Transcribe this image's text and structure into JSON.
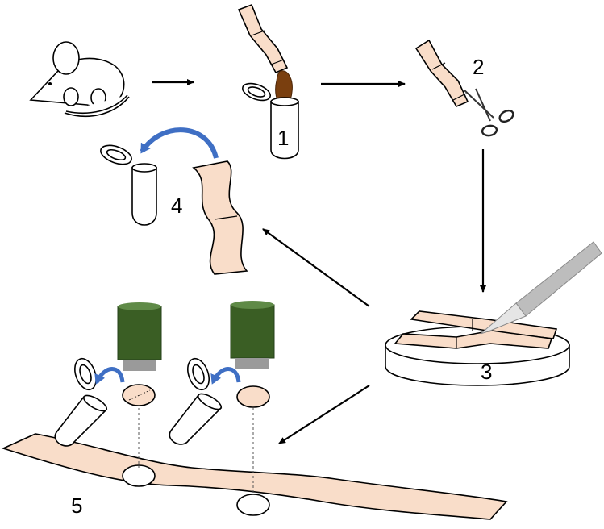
{
  "steps": [
    {
      "id": "1",
      "label": "1"
    },
    {
      "id": "2",
      "label": "2"
    },
    {
      "id": "3",
      "label": "3"
    },
    {
      "id": "4",
      "label": "4"
    },
    {
      "id": "5",
      "label": "5"
    }
  ],
  "colors": {
    "tissue": "#f9ddc9",
    "stool": "#7a3f0f",
    "curved_arrow": "#3f6fc4",
    "objective": "#3a5e24",
    "objective_tip": "#9a9a9a",
    "scalpel": "#bdbdbd"
  },
  "icons": [
    "mouse-icon",
    "microcentrifuge-tube-icon",
    "scissors-icon",
    "petri-dish-icon",
    "scalpel-icon",
    "microscope-objective-icon"
  ]
}
